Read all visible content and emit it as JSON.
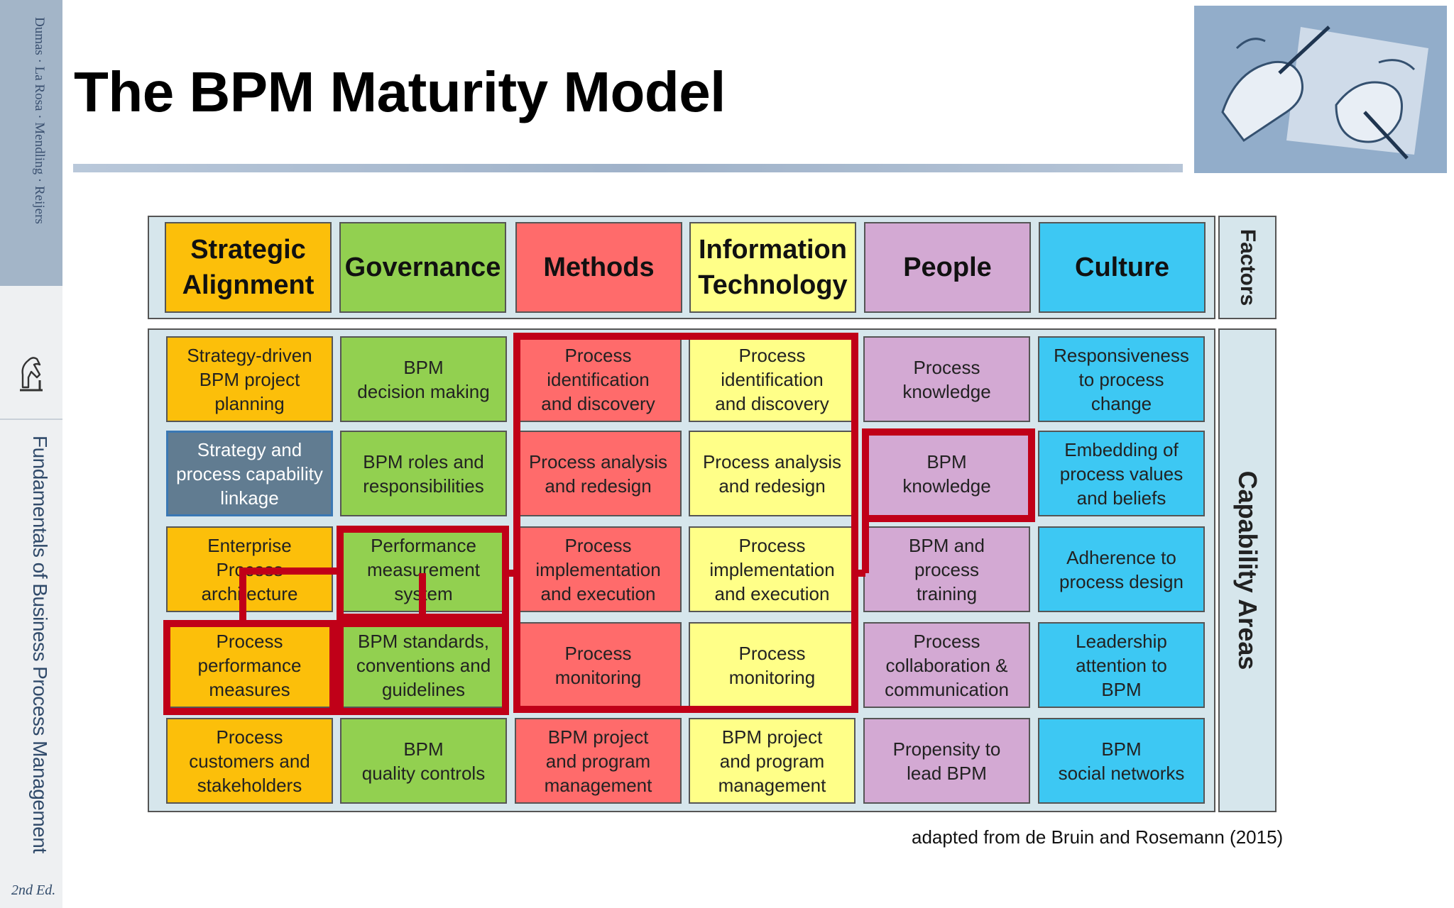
{
  "sidebar": {
    "authors": "Dumas · La Rosa · Mendling · Reijers",
    "book_title": "Fundamentals of Business Process Management",
    "edition": "2nd Ed."
  },
  "slide": {
    "title": "The BPM Maturity Model",
    "caption": "adapted from de Bruin and Rosemann (2015)"
  },
  "diagram": {
    "factors_label": "Factors",
    "capability_areas_label": "Capability Areas",
    "factors": [
      {
        "name": "Strategic\nAlignment",
        "color": "#fcbf0a",
        "capabilities": [
          "Strategy-driven\nBPM project\nplanning",
          "Strategy and\nprocess capability\nlinkage",
          "Enterprise\nProcess\narchitecture",
          "Process\nperformance\nmeasures",
          "Process\ncustomers and\nstakeholders"
        ]
      },
      {
        "name": "Governance",
        "color": "#92d050",
        "capabilities": [
          "BPM\ndecision making",
          "BPM roles and\nresponsibilities",
          "Performance\nmeasurement\nsystem",
          "BPM standards,\nconventions and\nguidelines",
          "BPM\nquality controls"
        ]
      },
      {
        "name": "Methods",
        "color": "#ff6b6b",
        "capabilities": [
          "Process\nidentification\nand discovery",
          "Process analysis\nand redesign",
          "Process\nimplementation\nand execution",
          "Process\nmonitoring",
          "BPM project\nand program\nmanagement"
        ]
      },
      {
        "name": "Information\nTechnology",
        "color": "#ffff88",
        "capabilities": [
          "Process\nidentification\nand discovery",
          "Process analysis\nand redesign",
          "Process\nimplementation\nand execution",
          "Process\nmonitoring",
          "BPM project\nand program\nmanagement"
        ]
      },
      {
        "name": "People",
        "color": "#d3a9d3",
        "capabilities": [
          "Process\nknowledge",
          "BPM\nknowledge",
          "BPM and\nprocess\ntraining",
          "Process\ncollaboration &\ncommunication",
          "Propensity to\nlead BPM"
        ]
      },
      {
        "name": "Culture",
        "color": "#3dc8f3",
        "capabilities": [
          "Responsiveness\nto process\nchange",
          "Embedding of\nprocess values\nand beliefs",
          "Adherence to\nprocess design",
          "Leadership\nattention to\nBPM",
          "BPM\nsocial networks"
        ]
      }
    ],
    "highlighted_capability": "Strategy and\nprocess capability\nlinkage",
    "highlight_color": "#c00018",
    "highlight_groups": [
      "Methods and Information Technology: Process identification and discovery, Process analysis and redesign, Process implementation and execution, Process monitoring",
      "BPM knowledge",
      "Performance measurement system",
      "Process performance measures",
      "BPM standards, conventions and guidelines"
    ]
  }
}
